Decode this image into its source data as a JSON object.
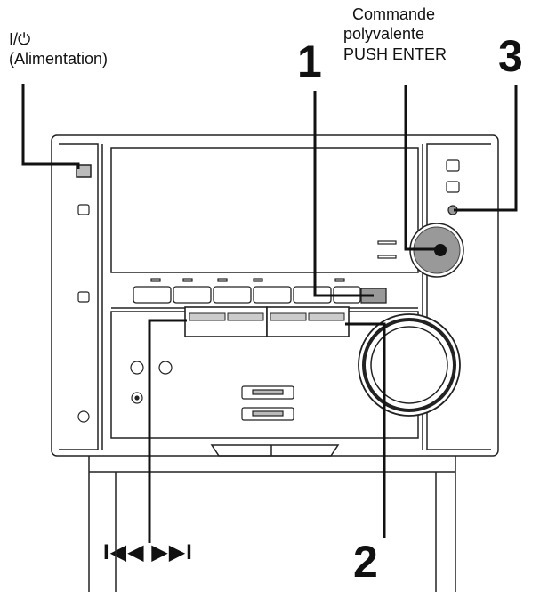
{
  "labels": {
    "power_symbol": "I/⏻",
    "power_name": "(Alimentation)",
    "multi_line1": "Commande",
    "multi_line2": "polyvalente",
    "multi_line3": "PUSH ENTER",
    "skip_symbols": "I◀◀  ▶▶I"
  },
  "callouts": {
    "one": "1",
    "two": "2",
    "three": "3"
  }
}
